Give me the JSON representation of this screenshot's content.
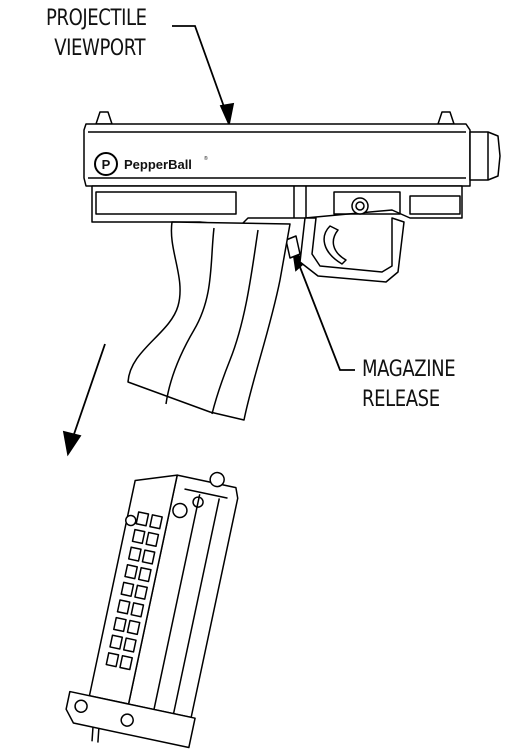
{
  "callouts": {
    "projectile_viewport": {
      "line1": "PROJECTILE",
      "line2": "VIEWPORT"
    },
    "magazine_release": {
      "line1": "MAGAZINE",
      "line2": "RELEASE"
    }
  },
  "brand": {
    "logo_letter": "P",
    "name": "PepperBall",
    "trademark": "®"
  }
}
